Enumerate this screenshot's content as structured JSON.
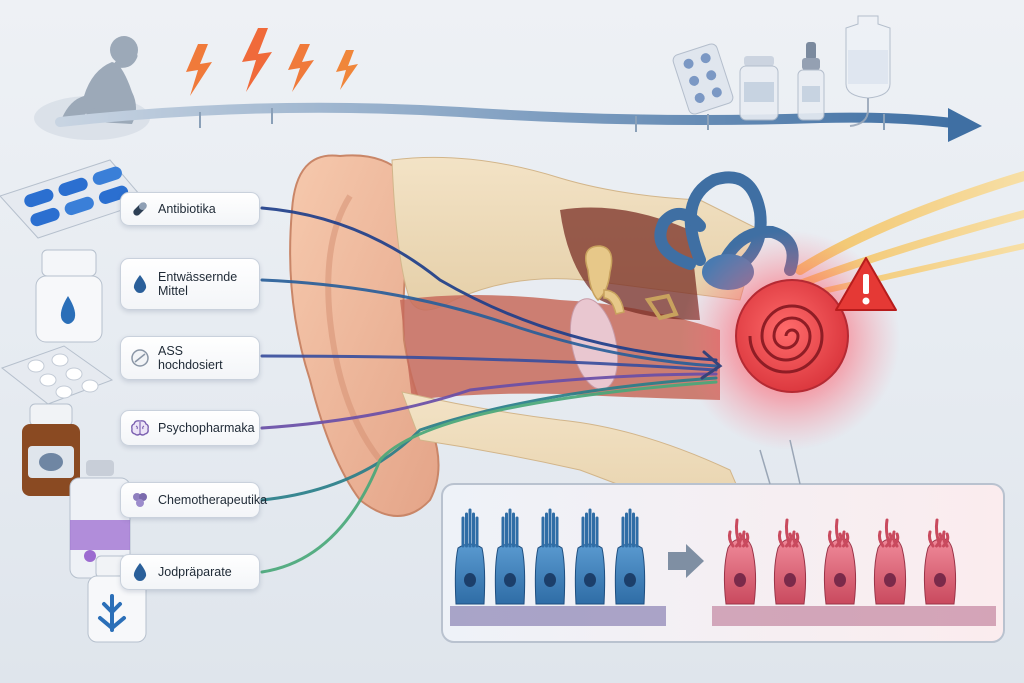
{
  "labels": [
    {
      "text": "Antibiotika",
      "icon": "capsule-icon",
      "color": "#1f3f8a"
    },
    {
      "text": "Entwässernde Mittel",
      "icon": "water-drop-icon",
      "color": "#2a5f9a"
    },
    {
      "text": "ASS hochdosiert",
      "icon": "tablet-icon",
      "color": "#3a4f9e"
    },
    {
      "text": "Psychopharmaka",
      "icon": "brain-icon",
      "color": "#6a4fa8"
    },
    {
      "text": "Chemotherapeutika",
      "icon": "cells-icon",
      "color": "#2a7f8a"
    },
    {
      "text": "Jodpräparate",
      "icon": "water-drop-icon",
      "color": "#4aa87a"
    }
  ],
  "colors": {
    "accent": "#3d6fa8",
    "warning": "#e53935",
    "healthy_cells": "#3f7fb5",
    "damaged_cells": "#d8586a"
  }
}
